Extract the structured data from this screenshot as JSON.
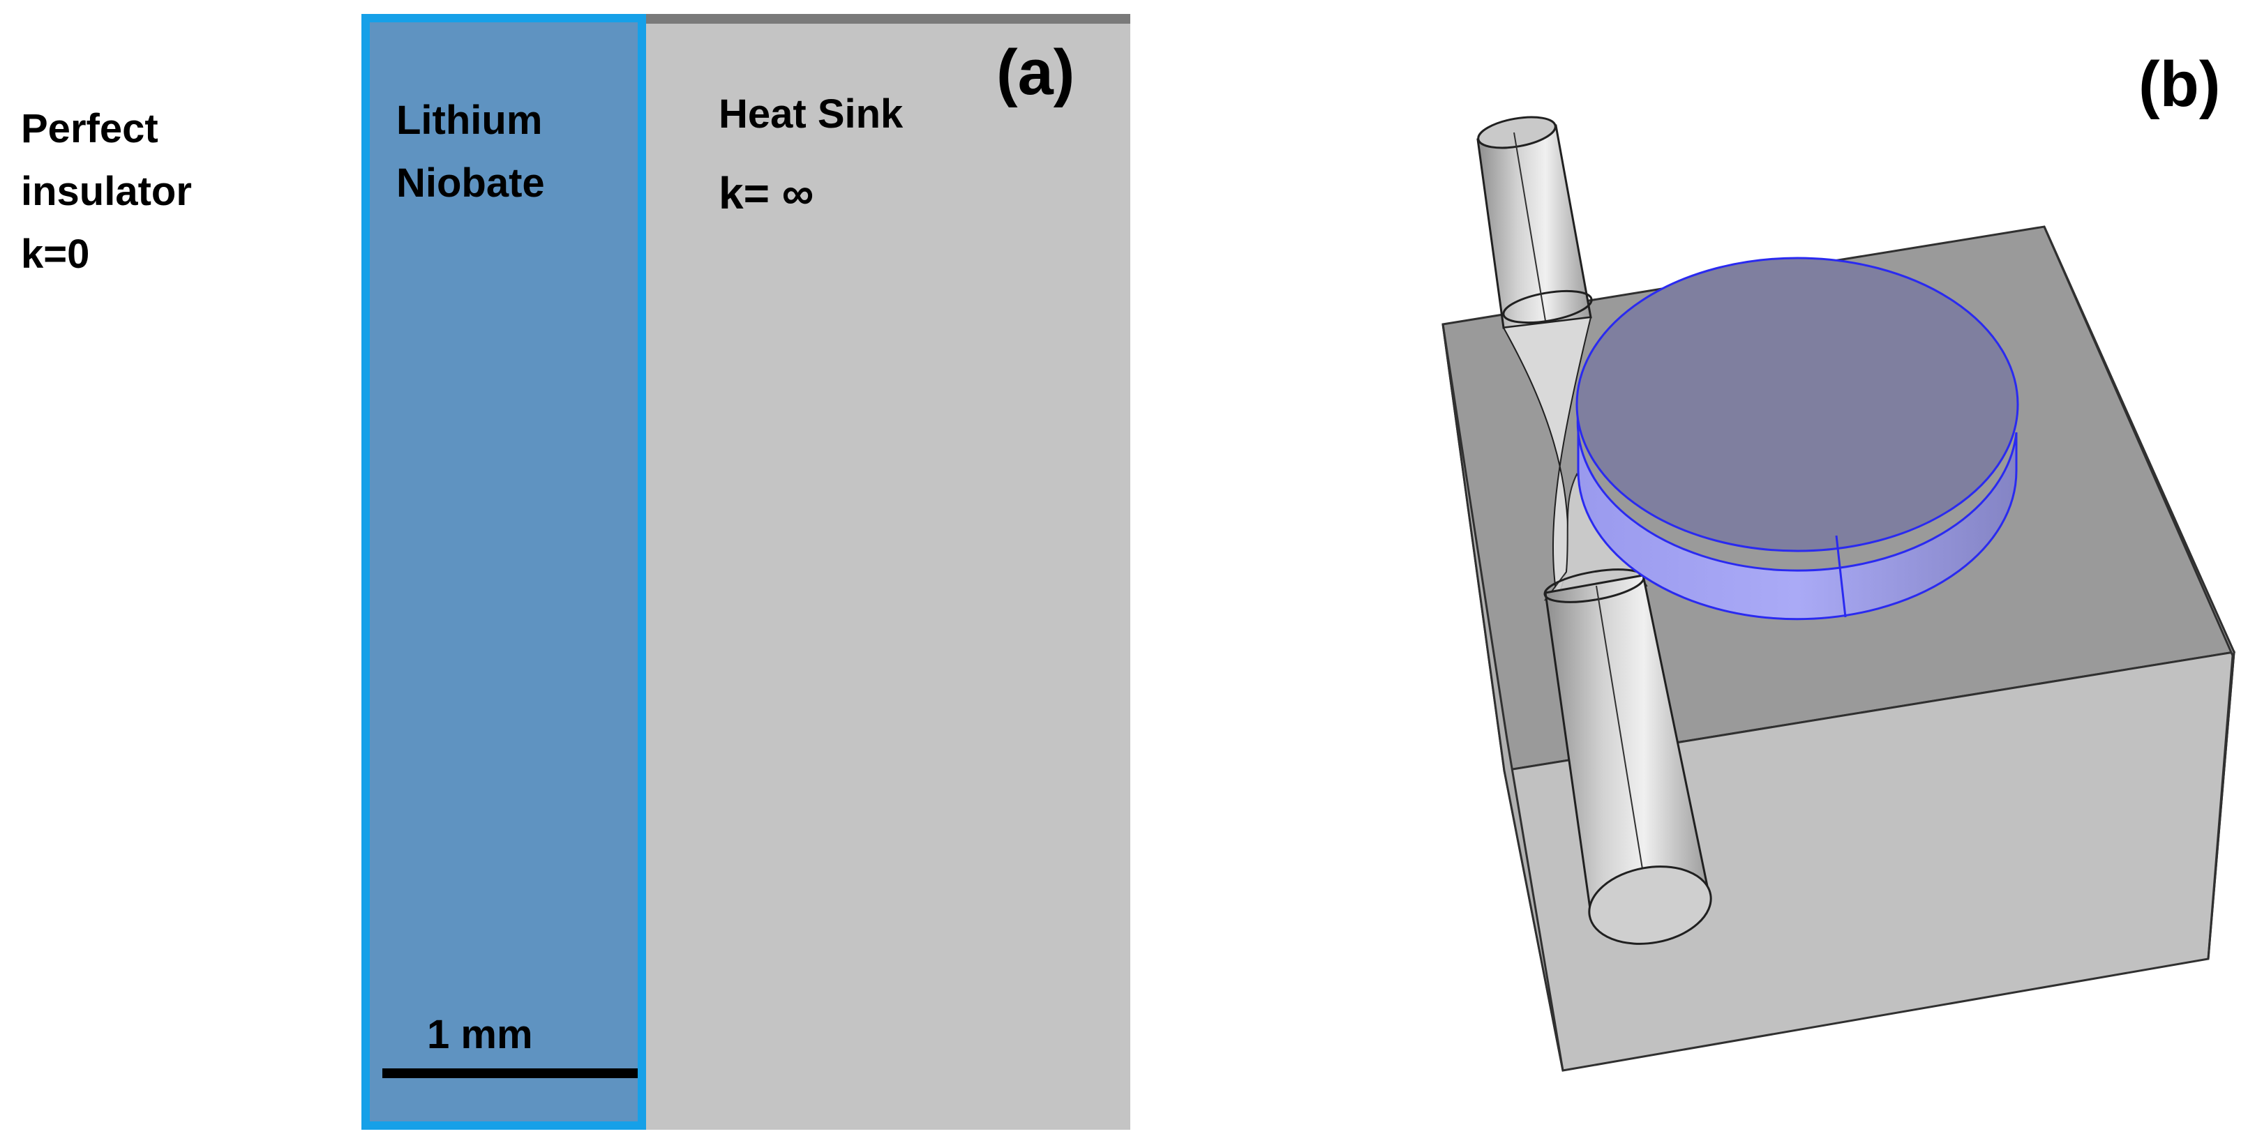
{
  "panel_a": {
    "letter": "(a)",
    "insulator_label": [
      "Perfect",
      "insulator",
      "k=0"
    ],
    "lithium_niobate_label": [
      "Lithium",
      "Niobate"
    ],
    "heat_sink_label": "Heat Sink",
    "heat_sink_k": "k= ∞",
    "scale_bar_label": "1 mm"
  },
  "panel_b": {
    "letter": "(b)"
  },
  "colors": {
    "lithium_niobate_fill": "#5f93c1",
    "lithium_niobate_border": "#16a0e8",
    "heat_sink_fill": "#c4c4c4",
    "disk_top": "#7f7f9f",
    "disk_side": "#a6a6f4",
    "disk_outline": "#2a2af0",
    "block_top": "#9a9a9a",
    "block_front": "#c1c1c1",
    "block_side": "#d6d6d6"
  }
}
